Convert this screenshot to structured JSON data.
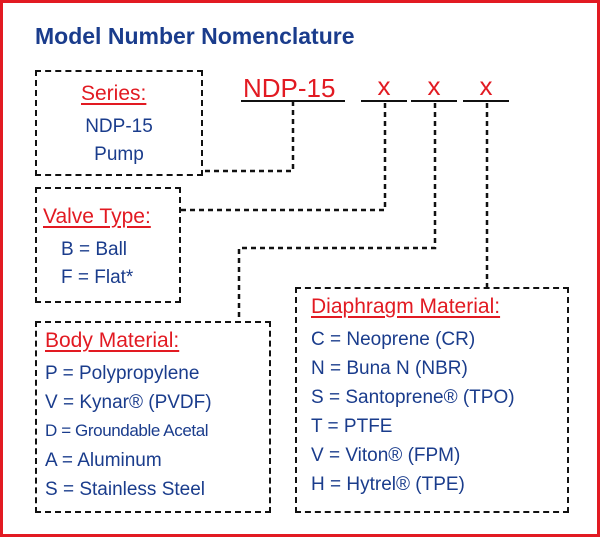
{
  "title": "Model Number Nomenclature",
  "model_code": {
    "base": "NDP-15",
    "placeholders": [
      "x",
      "x",
      "x"
    ]
  },
  "series": {
    "label": "Series:",
    "lines": [
      "NDP-15",
      "Pump"
    ]
  },
  "valve_type": {
    "label": "Valve Type:",
    "options": [
      "B = Ball",
      "F = Flat*"
    ]
  },
  "body_material": {
    "label": "Body Material:",
    "options": [
      "P = Polypropylene",
      "V = Kynar® (PVDF)",
      "D = Groundable Acetal",
      "A = Aluminum",
      "S = Stainless Steel"
    ]
  },
  "diaphragm_material": {
    "label": "Diaphragm Material:",
    "options": [
      "C = Neoprene (CR)",
      "N = Buna N (NBR)",
      "S = Santoprene® (TPO)",
      "T = PTFE",
      "V = Viton® (FPM)",
      "H = Hytrel® (TPE)"
    ]
  },
  "colors": {
    "border": "#e21a22",
    "heading": "#e21a22",
    "text": "#1a3c8c",
    "lines": "#111111"
  }
}
